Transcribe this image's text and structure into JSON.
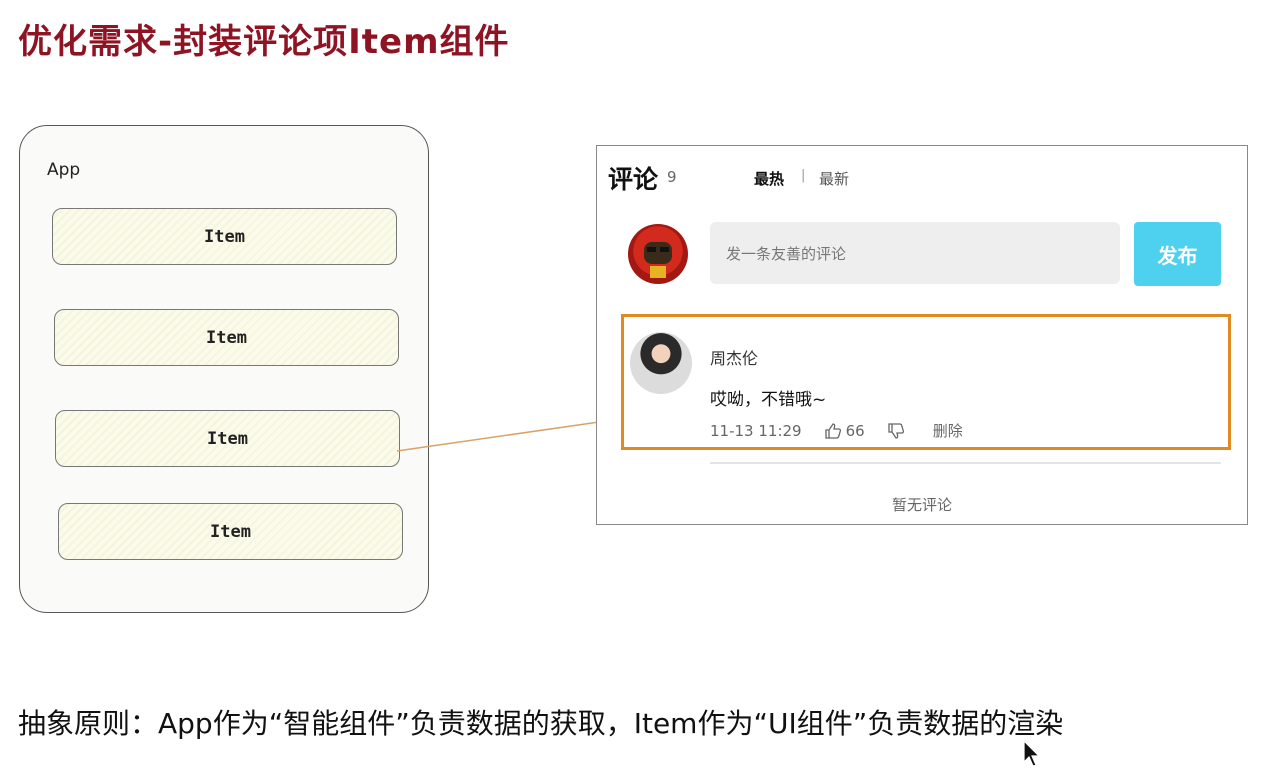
{
  "slide": {
    "title": "优化需求-封装评论项Item组件",
    "caption": "抽象原则：App作为“智能组件”负责数据的获取，Item作为“UI组件”负责数据的渲染"
  },
  "diagram": {
    "app_label": "App",
    "items": [
      "Item",
      "Item",
      "Item",
      "Item"
    ]
  },
  "comment_ui": {
    "title": "评论",
    "count": "9",
    "tabs": {
      "hot": "最热",
      "separator": "|",
      "new": "最新"
    },
    "input_placeholder": "发一条友善的评论",
    "publish_label": "发布",
    "comment": {
      "user": "周杰伦",
      "text": "哎呦，不错哦~",
      "time": "11-13 11:29",
      "likes": "66",
      "delete_label": "删除"
    },
    "empty_text": "暂无评论"
  },
  "colors": {
    "title": "#8e1424",
    "highlight": "#e08a22",
    "arrow": "#d9a366",
    "publish": "#4ed0ef"
  }
}
